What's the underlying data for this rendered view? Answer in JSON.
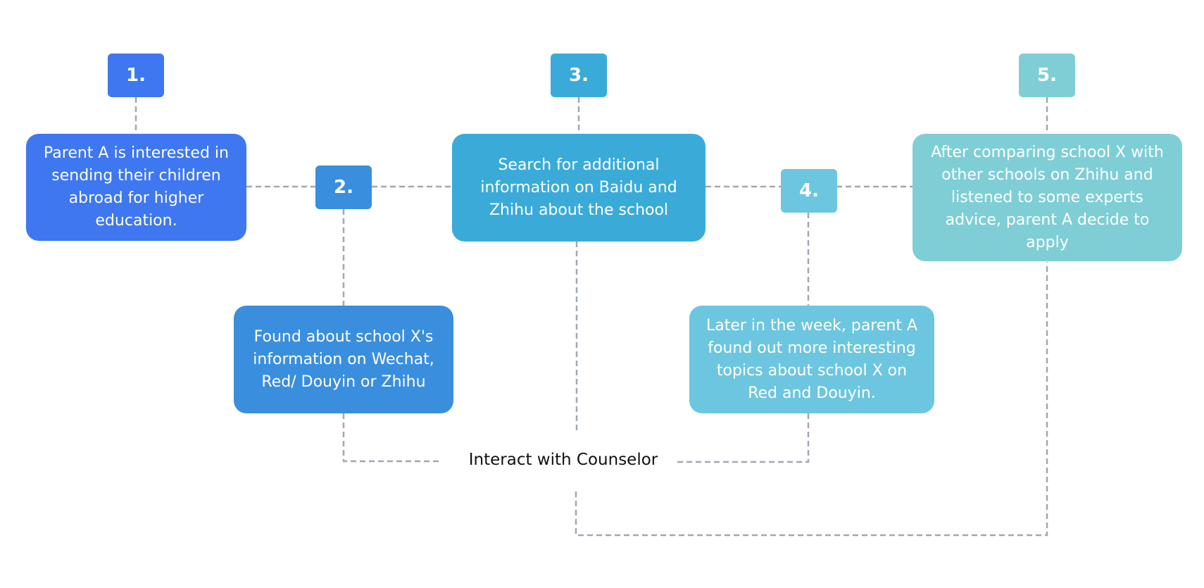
{
  "colors": {
    "step1": "#3e77f0",
    "step2": "#3a8ede",
    "step3": "#3aabd8",
    "step4": "#6dc6df",
    "step5": "#7fced6",
    "connector": "#a0a8b2"
  },
  "steps": [
    {
      "number": "1.",
      "text": "Parent A is interested in sending their children abroad for higher education."
    },
    {
      "number": "2.",
      "text": "Found about school X's information on Wechat, Red/ Douyin or Zhihu"
    },
    {
      "number": "3.",
      "text": "Search for additional information on Baidu and Zhihu about the school"
    },
    {
      "number": "4.",
      "text": "Later in the week, parent A found out more interesting topics about school X on Red and Douyin."
    },
    {
      "number": "5.",
      "text": "After comparing school X with other schools on Zhihu and listened to some experts advice, parent A decide to apply"
    }
  ],
  "center_label": "Interact with Counselor"
}
